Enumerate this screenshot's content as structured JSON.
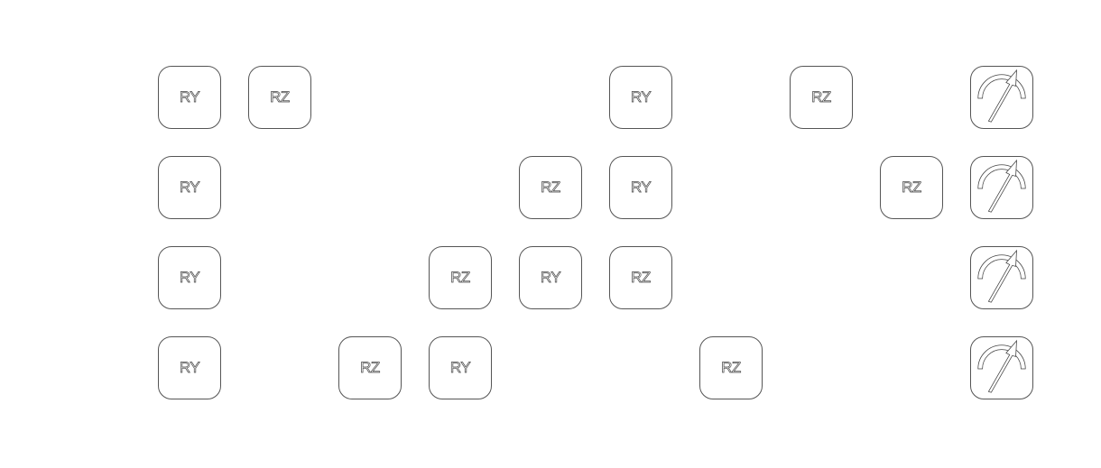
{
  "circuit": {
    "columns": 10,
    "rows": [
      {
        "gates": [
          {
            "col": 0,
            "label": "RY"
          },
          {
            "col": 1,
            "label": "RZ"
          },
          {
            "col": 5,
            "label": "RY"
          },
          {
            "col": 7,
            "label": "RZ"
          },
          {
            "col": 9,
            "type": "measure"
          }
        ]
      },
      {
        "gates": [
          {
            "col": 0,
            "label": "RY"
          },
          {
            "col": 4,
            "label": "RZ"
          },
          {
            "col": 5,
            "label": "RY"
          },
          {
            "col": 8,
            "label": "RZ"
          },
          {
            "col": 9,
            "type": "measure"
          }
        ]
      },
      {
        "gates": [
          {
            "col": 0,
            "label": "RY"
          },
          {
            "col": 3,
            "label": "RZ"
          },
          {
            "col": 4,
            "label": "RY"
          },
          {
            "col": 5,
            "label": "RZ"
          },
          {
            "col": 9,
            "type": "measure"
          }
        ]
      },
      {
        "gates": [
          {
            "col": 0,
            "label": "RY"
          },
          {
            "col": 2,
            "label": "RZ"
          },
          {
            "col": 3,
            "label": "RY"
          },
          {
            "col": 6,
            "label": "RZ"
          },
          {
            "col": 9,
            "type": "measure"
          }
        ]
      }
    ]
  }
}
